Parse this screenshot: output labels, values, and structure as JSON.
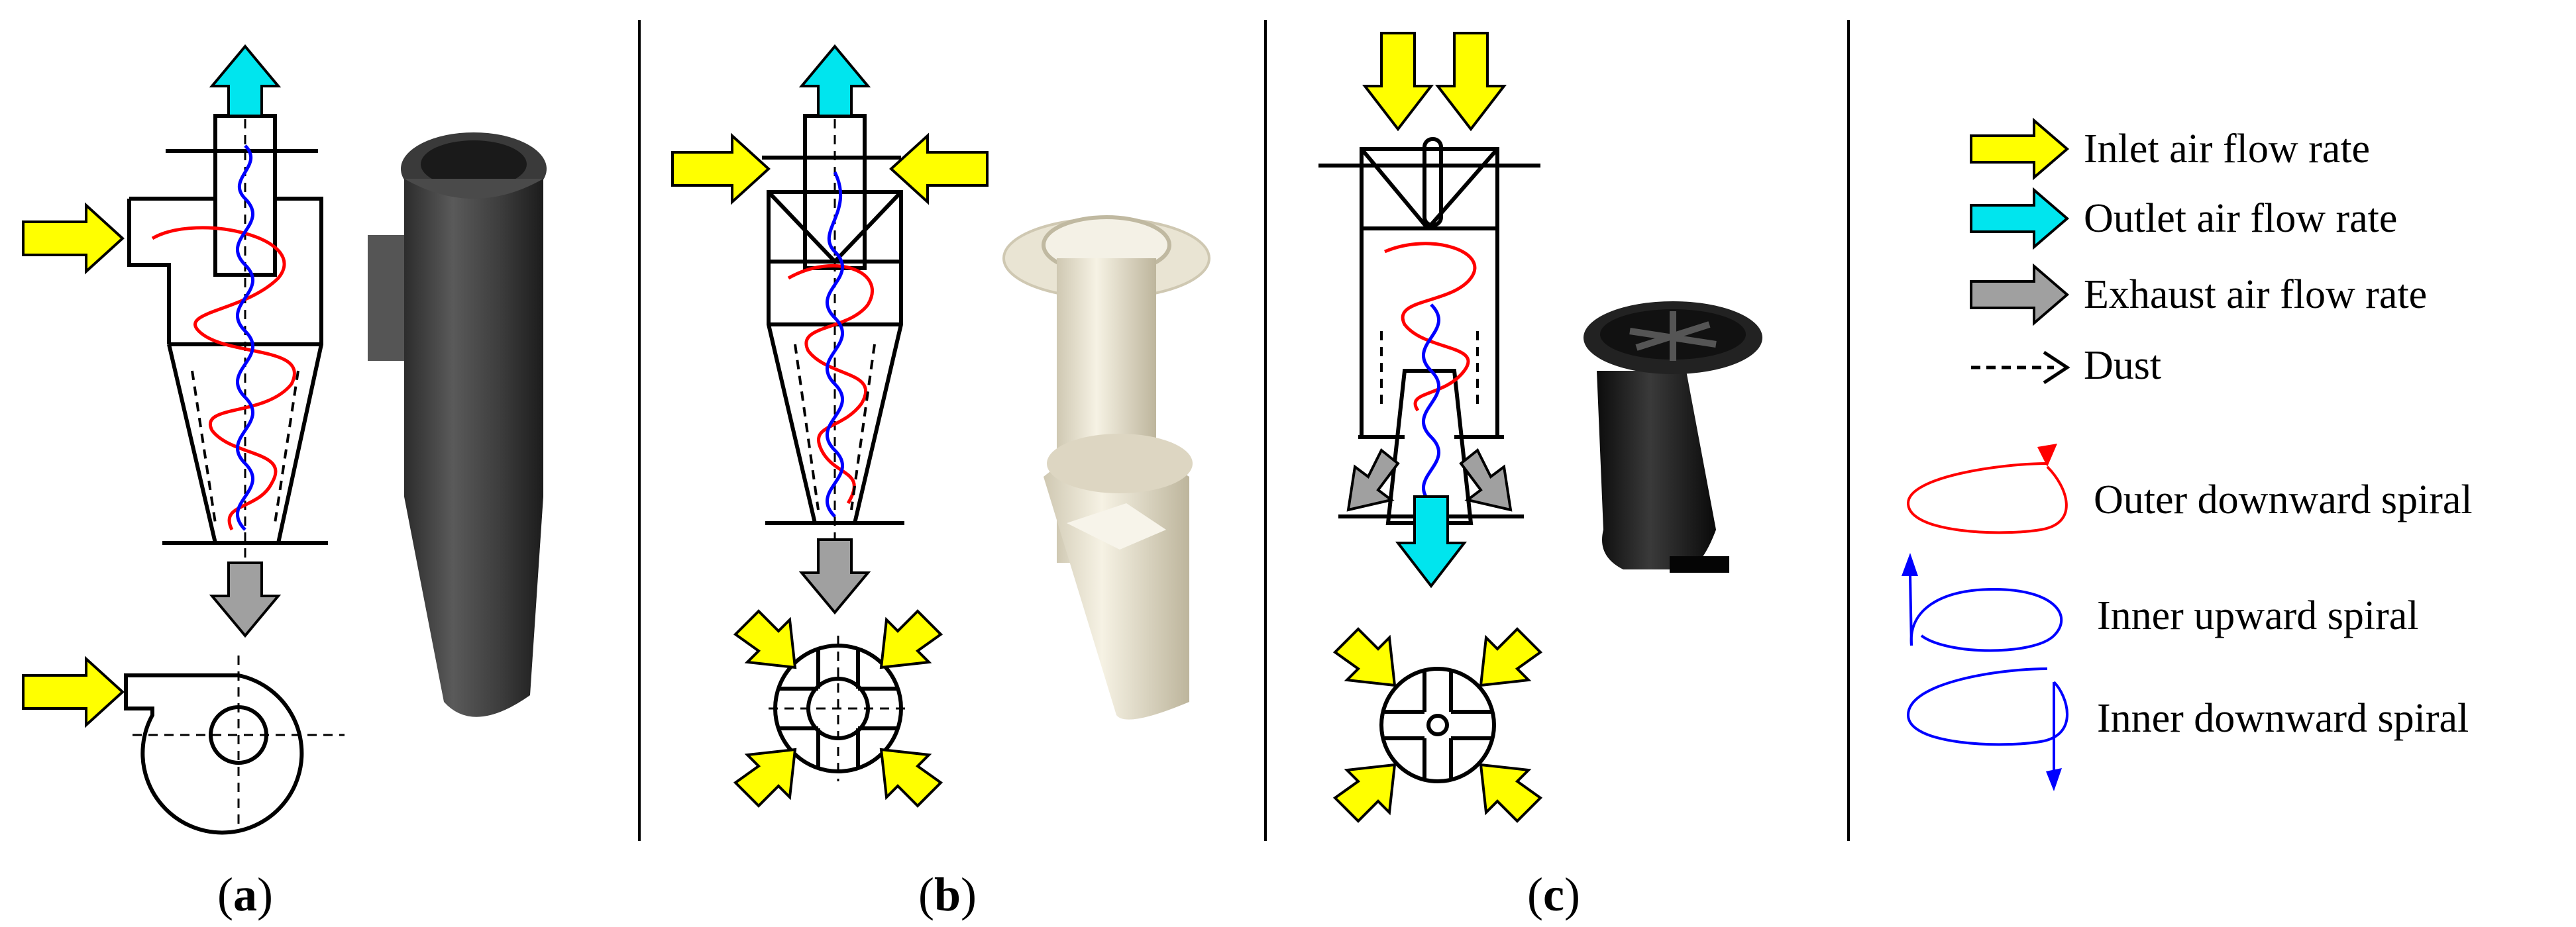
{
  "panels": {
    "a": {
      "caption_open": "(",
      "caption_letter": "a",
      "caption_close": ")"
    },
    "b": {
      "caption_open": "(",
      "caption_letter": "b",
      "caption_close": ")"
    },
    "c": {
      "caption_open": "(",
      "caption_letter": "c",
      "caption_close": ")"
    }
  },
  "legend": {
    "items": [
      {
        "label": "Inlet air flow rate",
        "color": "#ffff00"
      },
      {
        "label": "Outlet air flow rate",
        "color": "#00e5ee"
      },
      {
        "label": "Exhaust air flow rate",
        "color": "#a0a0a0"
      },
      {
        "label": "Dust",
        "color": "#000000"
      }
    ],
    "spirals": [
      {
        "label": "Outer downward spiral",
        "color": "#ff0000"
      },
      {
        "label": "Inner upward spiral",
        "color": "#0000ff"
      },
      {
        "label": "Inner downward spiral",
        "color": "#0000ff"
      }
    ]
  },
  "colors": {
    "inlet": "#ffff00",
    "outlet": "#00e5ee",
    "exhaust": "#a0a0a0",
    "outer_spiral": "#ff0000",
    "inner_spiral": "#0000ff",
    "photo_a": "#4a4a4a",
    "photo_b": "#ece7d6",
    "photo_c": "#2a2a2a"
  }
}
